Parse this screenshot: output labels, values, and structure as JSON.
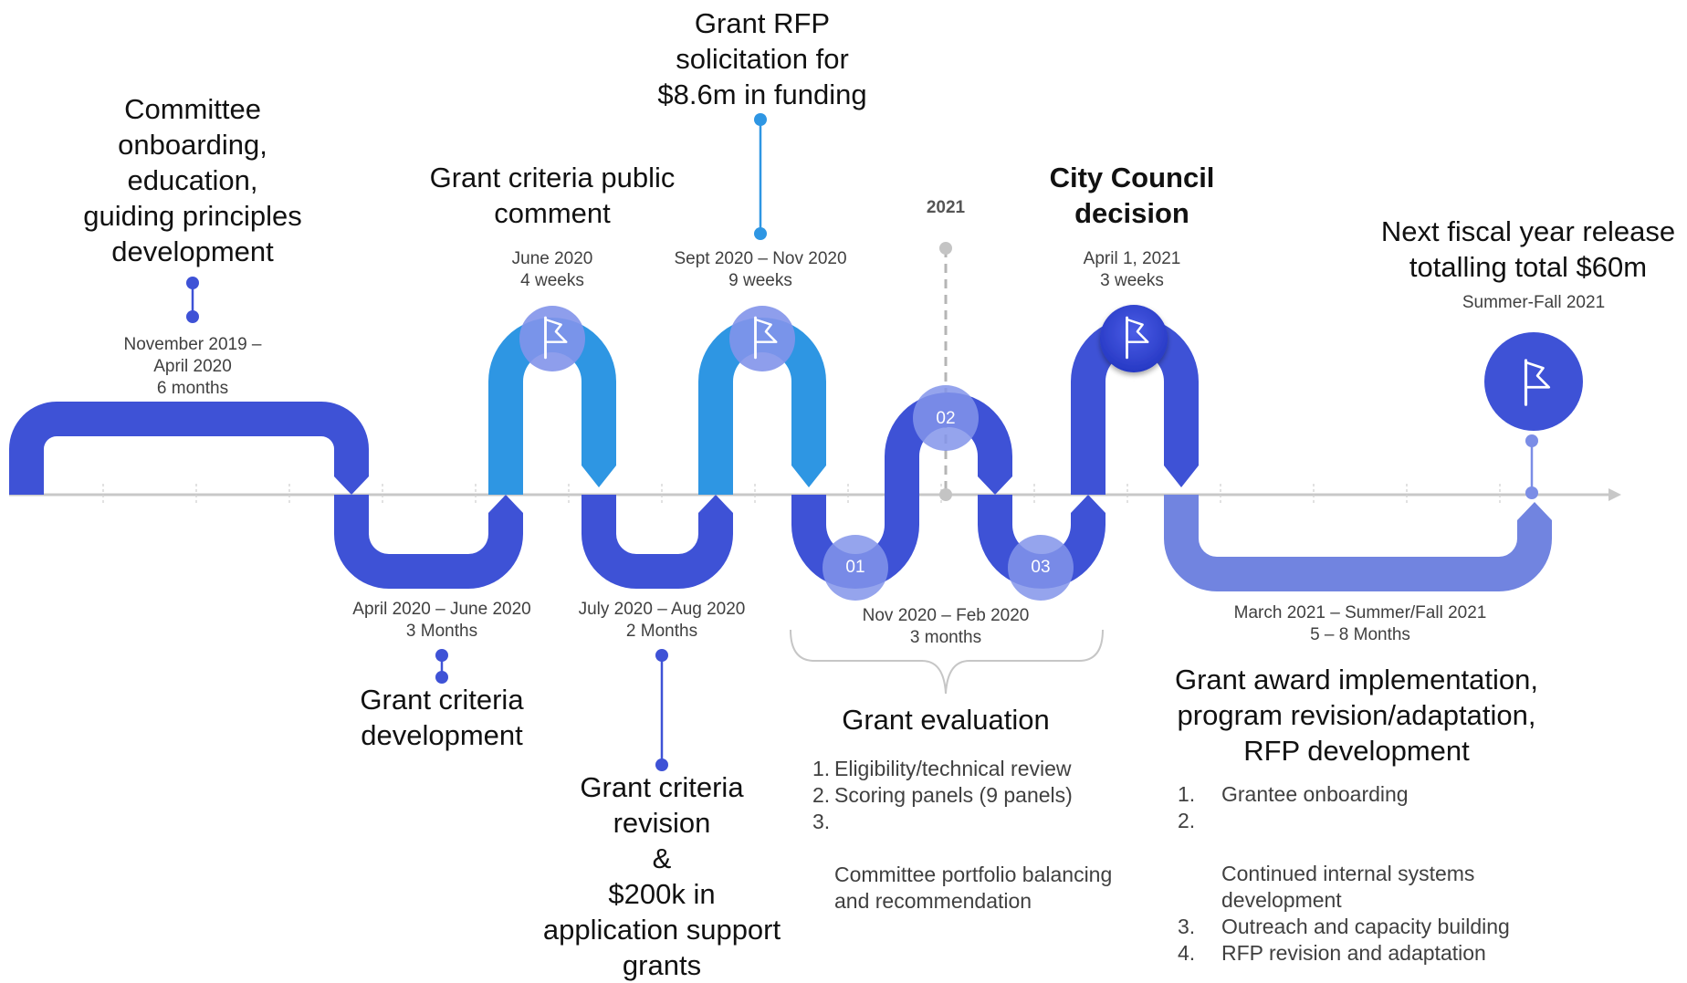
{
  "milestones": {
    "committee": {
      "title": "Committee\nonboarding,\neducation,\nguiding principles\ndevelopment",
      "date": "November 2019 –\nApril 2020\n6 months"
    },
    "criteria_dev": {
      "date": "April 2020 – June 2020\n3 Months",
      "title": "Grant criteria\ndevelopment"
    },
    "public_comment": {
      "title": "Grant criteria public\ncomment",
      "date": "June 2020\n4 weeks"
    },
    "revision": {
      "date": "July 2020 – Aug 2020\n2 Months",
      "title": "Grant criteria\nrevision\n&\n$200k in\napplication support\ngrants"
    },
    "rfp": {
      "title": "Grant RFP\nsolicitation for\n$8.6m in funding",
      "date": "Sept 2020 – Nov 2020\n9 weeks"
    },
    "evaluation": {
      "year_marker": "2021",
      "step1": "01",
      "step2": "02",
      "step3": "03",
      "date": "Nov 2020 – Feb 2020\n3 months",
      "title": "Grant evaluation",
      "items": [
        "Eligibility/technical review",
        "Scoring panels (9 panels)",
        "Committee portfolio balancing\nand recommendation"
      ],
      "item_numbers": [
        "1.",
        "2.",
        "3."
      ]
    },
    "council": {
      "title": "City Council\ndecision",
      "date": "April 1, 2021\n3 weeks"
    },
    "implementation": {
      "date": "March 2021 – Summer/Fall 2021\n5 – 8 Months",
      "title": "Grant award implementation,\nprogram revision/adaptation,\nRFP development",
      "items": [
        "Grantee onboarding",
        "Continued internal systems\ndevelopment",
        "Outreach and capacity building",
        "RFP revision and adaptation"
      ],
      "item_numbers": [
        "1.",
        "2.",
        "3.",
        "4."
      ]
    },
    "next_fiscal": {
      "title": "Next fiscal year release\ntotalling total $60m",
      "date": "Summer-Fall 2021"
    }
  },
  "icons": [
    "flag-icon"
  ],
  "colors": {
    "dark_blue": "#3e52d6",
    "light_blue": "#2e96e3",
    "lavender": "#7184e0",
    "circle": "#9aa6ec",
    "axis": "#c8c8c8"
  }
}
